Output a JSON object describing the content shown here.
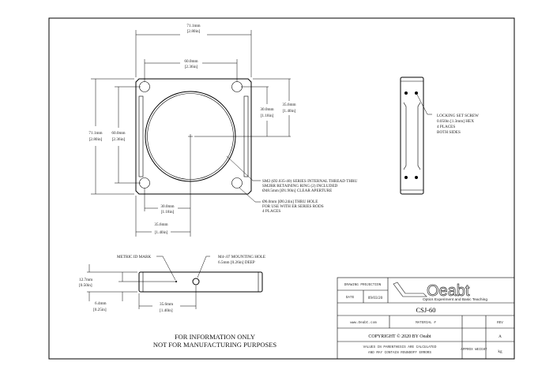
{
  "front_view": {
    "dim_width": "71.1mm",
    "dim_width_in": "[2.80in]",
    "dim_hole_span": "60.0mm",
    "dim_hole_span_in": "[2.36in]",
    "dim_height": "71.1mm",
    "dim_height_in": "[2.80in]",
    "dim_vhole_span": "60.0mm",
    "dim_vhole_span_in": "[2.36in]",
    "dim_center_v": "30.0mm",
    "dim_center_v_in": "[1.18in]",
    "dim_edge_v": "35.6mm",
    "dim_edge_v_in": "[1.40in]",
    "dim_center_h": "30.0mm",
    "dim_center_h_in": "[1.18in]",
    "dim_edge_h": "35.6mm",
    "dim_edge_h_in": "[1.40in]",
    "note_thread": [
      "SM2 (Ø2.035-40) SERIES INTERNAL THREAD THRU",
      "SM2RR RETAINING RING (2) INCLUDED",
      "Ø48.5mm [Ø1.90in] CLEAR APERTURE"
    ],
    "note_hole": [
      "Ø6.0mm [Ø0.24in] THRU HOLE",
      "FOR USE WITH ER SERIES RODS",
      "4 PLACES"
    ]
  },
  "side_view": {
    "note": [
      "LOCKING SET SCREW",
      "0.050in [1.3mm] HEX",
      "4 PLACES",
      "BOTH SIDES"
    ]
  },
  "bottom_view": {
    "metric_mark": "METRIC ID MARK",
    "mount_hole": [
      "M4-.07 MOUNTING HOLE",
      "6.5mm [0.26in] DEEP"
    ],
    "dim_thick": "12.7mm",
    "dim_thick_in": "[0.50in]",
    "dim_half": "6.4mm",
    "dim_half_in": "[0.25in]",
    "dim_pos": "35.6mm",
    "dim_pos_in": "[1.40in]"
  },
  "disclaimer": [
    "FOR INFORMATION ONLY",
    "NOT FOR MANUFACTURING PURPOSES"
  ],
  "title_block": {
    "projection_label": "DRAWING PROJECTION",
    "date_label": "DATE",
    "date": "09/03/20",
    "logo_text": "Oeabt",
    "logo_tagline": "Optics Experiment and Basic Teaching",
    "part_number": "CSJ-60",
    "website": "www.Oeabt.com",
    "material": "MATERIAL #",
    "rev_label": "REV",
    "rev": "A",
    "copyright": "COPYRIGHT © 2020 BY Oeabt",
    "values_note": [
      "VALUES IN PARENTHESIS ARE CALCULATED",
      "AND MAY CONTAIN ROUNDOFF ERRORS"
    ],
    "weight_label": "APPROX WEIGHT",
    "weight_unit": "kg"
  }
}
